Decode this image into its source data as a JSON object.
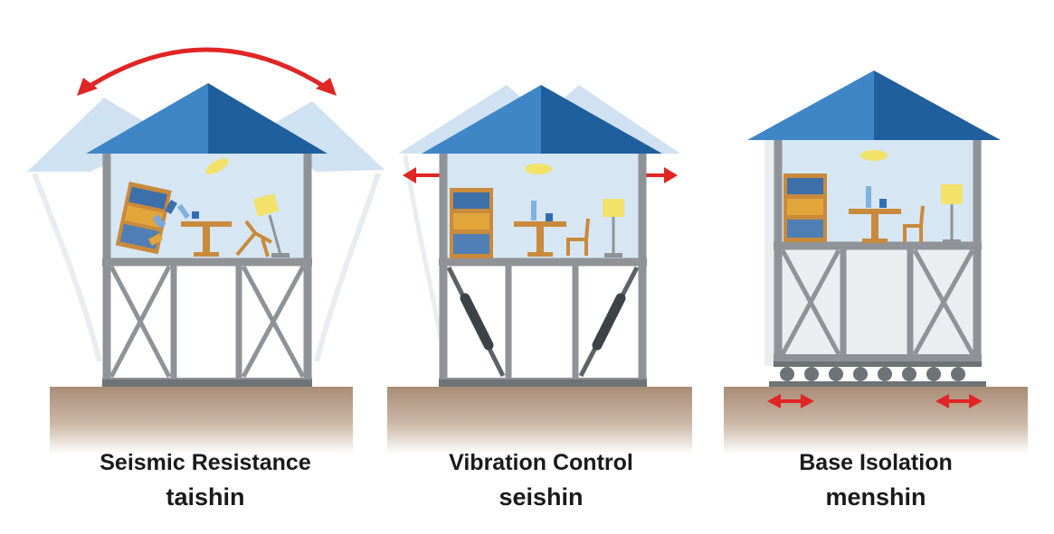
{
  "panels": [
    {
      "id": "seismic-resistance",
      "title": "Seismic Resistance",
      "subtitle": "taishin"
    },
    {
      "id": "vibration-control",
      "title": "Vibration Control",
      "subtitle": "seishin"
    },
    {
      "id": "base-isolation",
      "title": "Base Isolation",
      "subtitle": "menshin"
    }
  ],
  "colors": {
    "roof_dark": "#1f5f9e",
    "roof_light": "#3f86c6",
    "roof_ghost": "#a9cbe6",
    "room": "#d6e6f3",
    "frame": "#8f9398",
    "frame_light": "#b8bcc0",
    "ground": "#a98d77",
    "arrow": "#e02525",
    "wood": "#c98a3c",
    "lamp": "#f2e26a"
  }
}
